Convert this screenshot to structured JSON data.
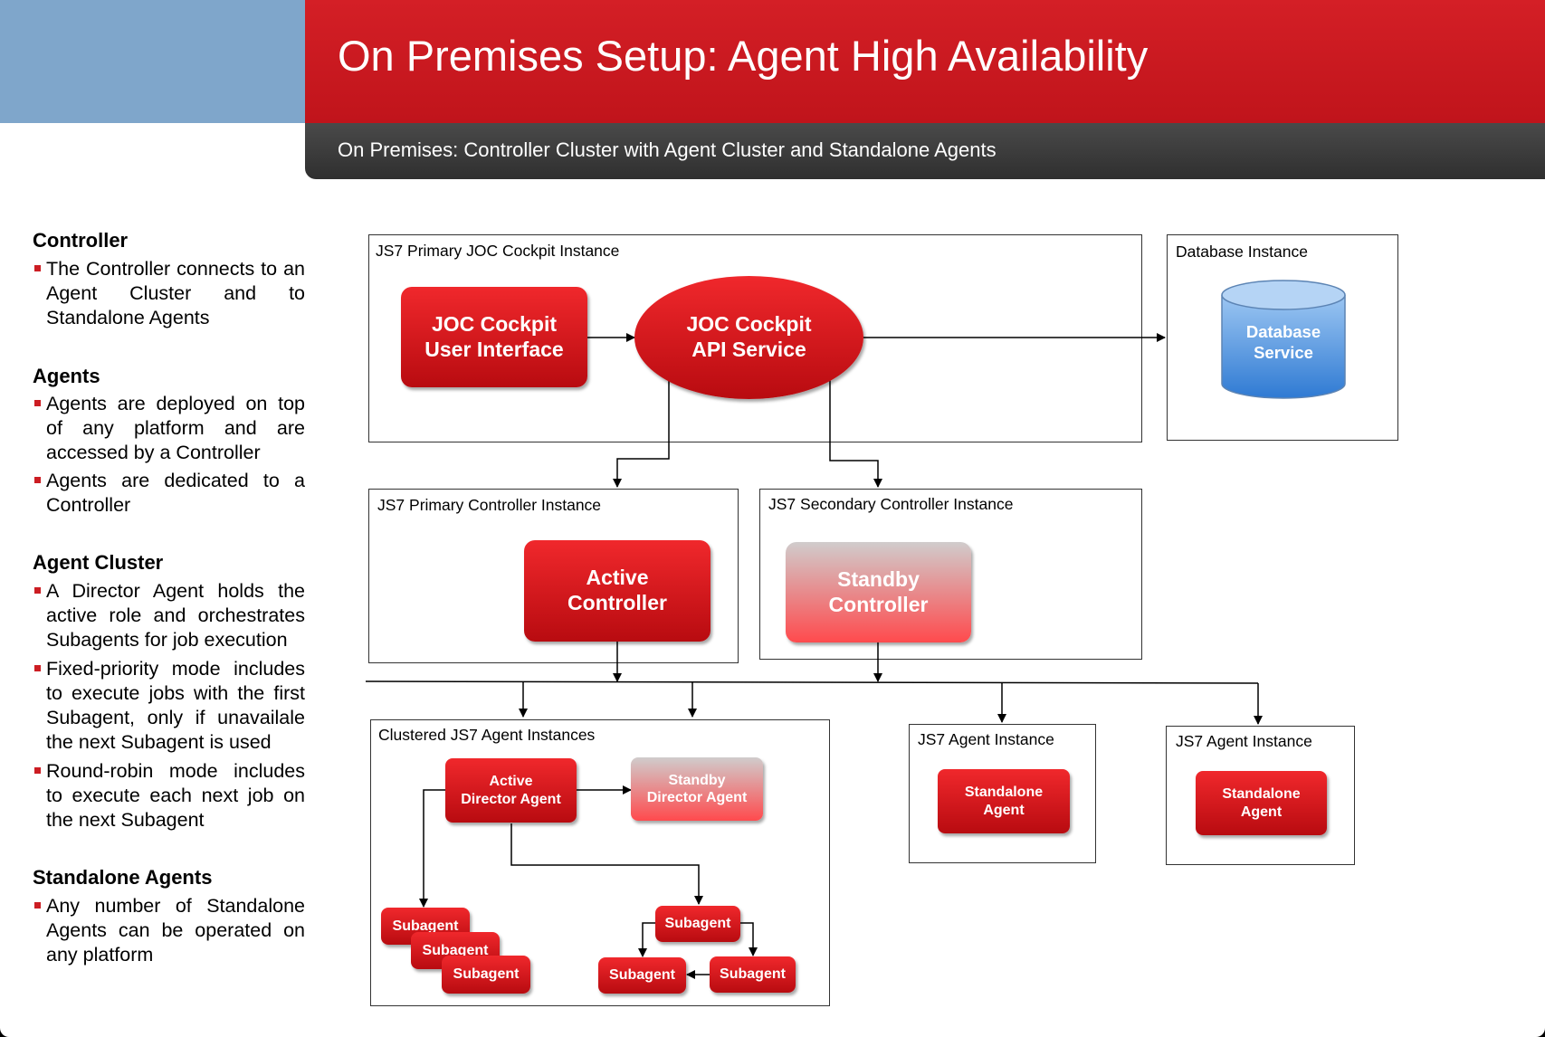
{
  "header": {
    "title": "On Premises Setup: Agent High Availability",
    "subtitle": "On Premises: Controller Cluster with Agent Cluster and Standalone Agents"
  },
  "sidebar": {
    "sections": [
      {
        "heading": "Controller",
        "bullets": [
          "The Controller connects to an Agent Cluster and to Standalone Agents"
        ]
      },
      {
        "heading": "Agents",
        "bullets": [
          "Agents are deployed on top of any platform and are accessed by a Controller",
          "Agents are dedicated to a Controller"
        ]
      },
      {
        "heading": "Agent Cluster",
        "bullets": [
          "A Director Agent holds the active role and orchestrates Subagents for job execution",
          "Fixed-priority mode includes to execute jobs with the first Subagent, only if unavailale the next Subagent is used",
          "Round-robin mode includes to execute each next job on the next Subagent"
        ]
      },
      {
        "heading": "Standalone Agents",
        "bullets": [
          "Any number of Standalone Agents can be operated on any platform"
        ]
      }
    ]
  },
  "diagram": {
    "joc_instance": {
      "label": "JS7 Primary JOC Cockpit Instance",
      "ui_line1": "JOC Cockpit",
      "ui_line2": "User Interface",
      "api_line1": "JOC Cockpit",
      "api_line2": "API Service"
    },
    "db_instance": {
      "label": "Database Instance",
      "line1": "Database",
      "line2": "Service"
    },
    "primary_controller": {
      "label": "JS7 Primary Controller Instance",
      "line1": "Active",
      "line2": "Controller"
    },
    "secondary_controller": {
      "label": "JS7 Secondary Controller Instance",
      "line1": "Standby",
      "line2": "Controller"
    },
    "agent_cluster": {
      "label": "Clustered JS7 Agent Instances",
      "active_line1": "Active",
      "active_line2": "Director Agent",
      "standby_line1": "Standby",
      "standby_line2": "Director Agent",
      "subagent": "Subagent"
    },
    "agent_instance_1": {
      "label": "JS7 Agent Instance",
      "line1": "Standalone",
      "line2": "Agent"
    },
    "agent_instance_2": {
      "label": "JS7 Agent Instance",
      "line1": "Standalone",
      "line2": "Agent"
    },
    "colors": {
      "brand_red": "#cc1d23",
      "header_blue": "#7fa6cb",
      "db_blue": "#4a8fd8",
      "dark_bar": "#3a3a3a"
    }
  }
}
